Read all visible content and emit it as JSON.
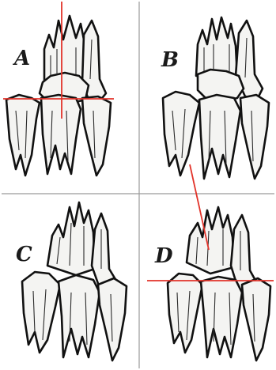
{
  "quadrants": [
    {
      "id": "A",
      "label": "A"
    },
    {
      "id": "B",
      "label": "B"
    },
    {
      "id": "C",
      "label": "C"
    },
    {
      "id": "D",
      "label": "D"
    }
  ],
  "colors": {
    "guide_line": "#e2332a",
    "divider": "#9a9a9a",
    "ink": "#111111",
    "paper": "#ffffff"
  }
}
